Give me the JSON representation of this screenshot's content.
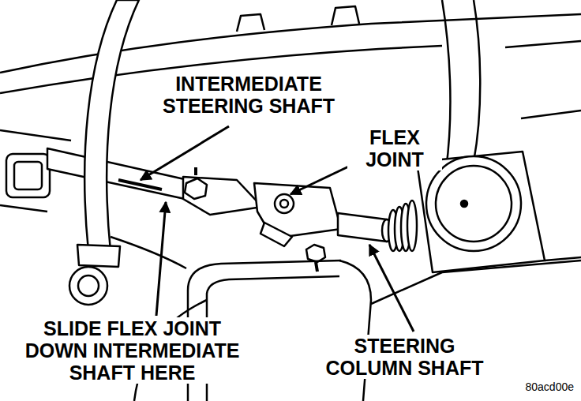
{
  "diagram": {
    "labels": [
      "INTERMEDIATE STEERING SHAFT",
      "FLEX JOINT",
      "SLIDE FLEX JOINT DOWN INTERMEDIATE SHAFT HERE",
      "STEERING COLUMN SHAFT",
      "80acd00e"
    ]
  }
}
